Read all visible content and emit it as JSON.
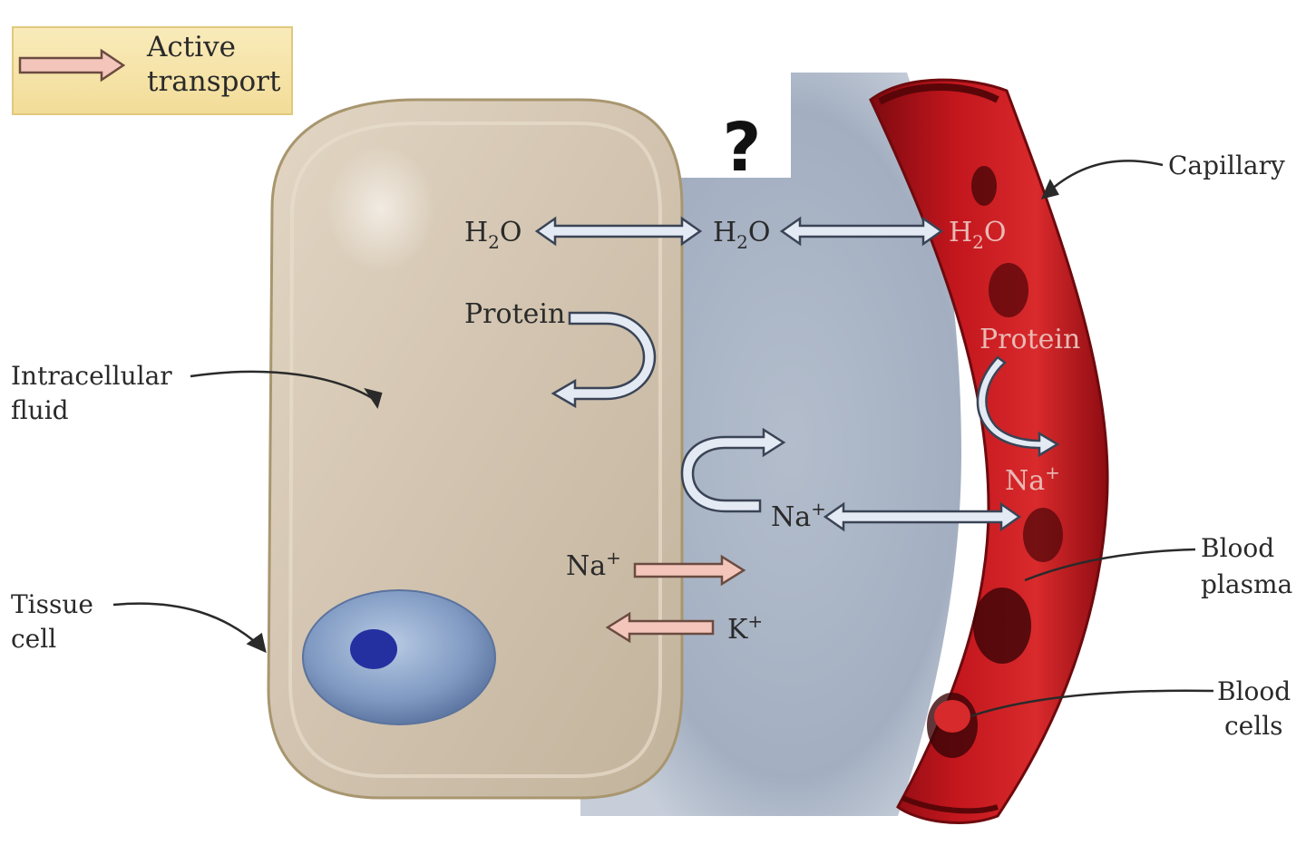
{
  "legend": {
    "line1": "Active",
    "line2": "transport"
  },
  "question_mark": "?",
  "labels": {
    "capillary": "Capillary",
    "intracellular_fluid_line1": "Intracellular",
    "intracellular_fluid_line2": "fluid",
    "tissue_cell_line1": "Tissue",
    "tissue_cell_line2": "cell",
    "blood_plasma_line1": "Blood",
    "blood_plasma_line2": "plasma",
    "blood_cells_line1": "Blood",
    "blood_cells_line2": "cells"
  },
  "molecules": {
    "h2o_base": "H",
    "h2o_sub": "2",
    "h2o_end": "O",
    "protein": "Protein",
    "na_base": "Na",
    "na_sup": "+",
    "k_base": "K",
    "k_sup": "+"
  },
  "colors": {
    "active_transport_arrow": "#f4c6bb",
    "passive_arrow": "#e4eaf3",
    "interstitial_fluid": "#a9b5c6",
    "cell_body": "#d6c8b4",
    "nucleus": "#8ea8cc",
    "capillary": "#b3141b",
    "legend_bg": "#f6e3a8"
  }
}
